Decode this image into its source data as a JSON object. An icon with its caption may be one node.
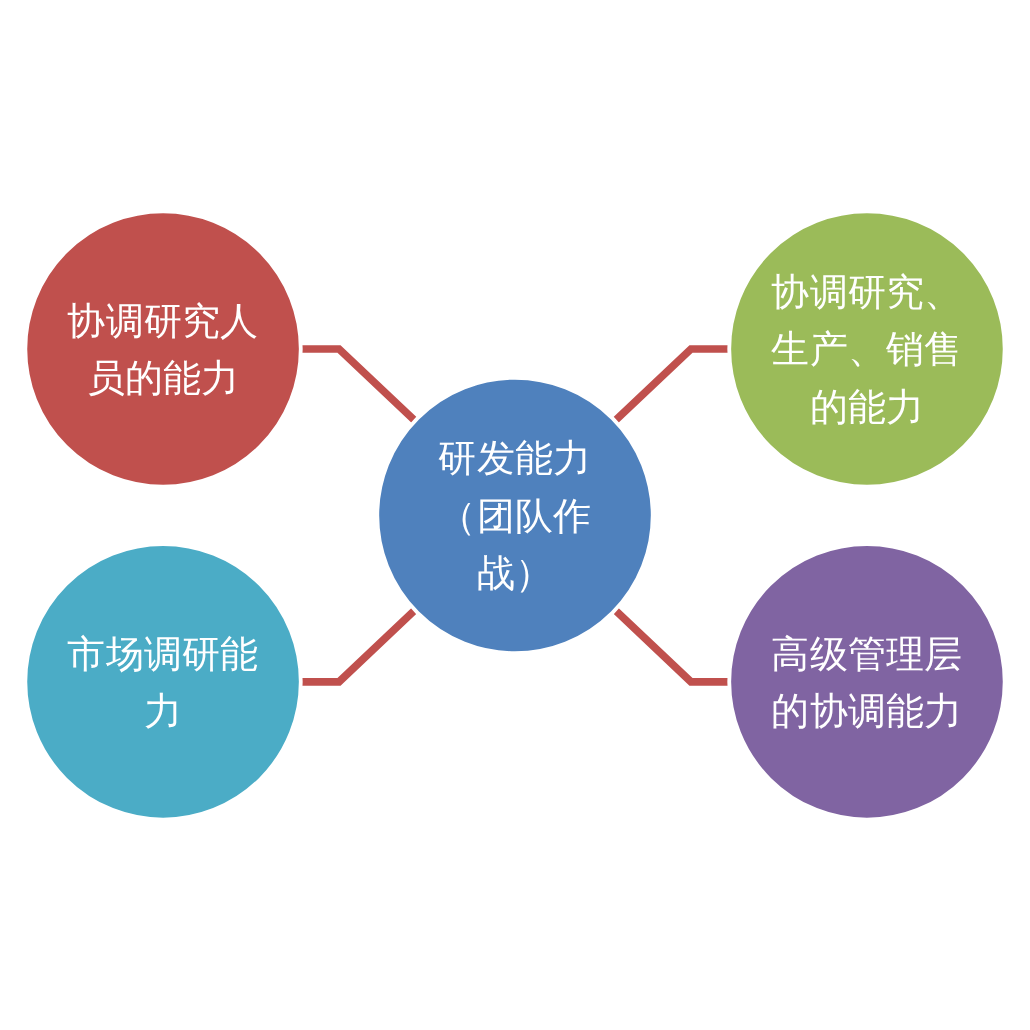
{
  "diagram": {
    "nodes": [
      {
        "text": [
          "协调研究人员的能力"
        ]
      },
      {
        "text": [
          "市场调研能力"
        ]
      },
      {
        "text": [
          "研发能力（团队作战）"
        ]
      },
      {
        "text": [
          "协调研究、生产、销售的能力"
        ]
      },
      {
        "text": [
          "高级管理层的协调能力"
        ]
      }
    ],
    "edges": [
      {
        "from": 0,
        "to": 2,
        "arrow": "none"
      },
      {
        "from": 1,
        "to": 2,
        "arrow": "none"
      },
      {
        "from": 2,
        "to": 3,
        "arrow": "none"
      },
      {
        "from": 2,
        "to": 4,
        "arrow": "none"
      }
    ]
  }
}
